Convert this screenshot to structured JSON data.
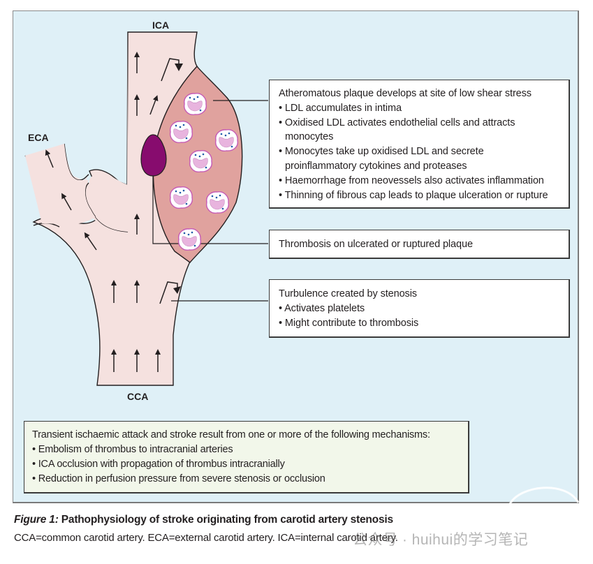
{
  "figure": {
    "vessel_labels": {
      "ica": "ICA",
      "eca": "ECA",
      "cca": "CCA"
    },
    "callouts": {
      "plaque": {
        "heading": "Atheromatous plaque develops at site of low shear stress",
        "items": [
          "LDL accumulates in intima",
          "Oxidised LDL activates endothelial cells and attracts monocytes",
          "Monocytes take up oxidised LDL and secrete proinflammatory cytokines and proteases",
          "Haemorrhage from neovessels also activates inflammation",
          "Thinning of fibrous cap leads to plaque ulceration or rupture"
        ]
      },
      "thrombosis": {
        "heading": "Thrombosis on ulcerated or ruptured plaque"
      },
      "turbulence": {
        "heading": "Turbulence created by stenosis",
        "items": [
          "Activates platelets",
          "Might contribute to thrombosis"
        ]
      }
    },
    "mechanisms": {
      "heading": "Transient ischaemic attack and stroke result from one or more of the following mechanisms:",
      "items": [
        "Embolism of thrombus to intracranial arteries",
        "ICA occlusion with propagation of thrombus intracranially",
        "Reduction in perfusion pressure from severe stenosis or occlusion"
      ]
    },
    "colors": {
      "background": "#dff0f7",
      "vessel": "#f5e1df",
      "plaque": "#e0a29e",
      "thrombus": "#870c6e",
      "mechanism_box": "#f2f7ea",
      "cell_membrane": "#c65bb5",
      "cell_nucleus": "#e8b4de",
      "granule": "#1f5aa8"
    }
  },
  "caption": {
    "figure_label": "Figure 1:",
    "title": "Pathophysiology of stroke originating from carotid artery stenosis",
    "text": "CCA=common carotid artery. ECA=external carotid artery. ICA=internal carotid artery."
  },
  "watermark": {
    "text": "公众号 · huihui的学习笔记"
  }
}
